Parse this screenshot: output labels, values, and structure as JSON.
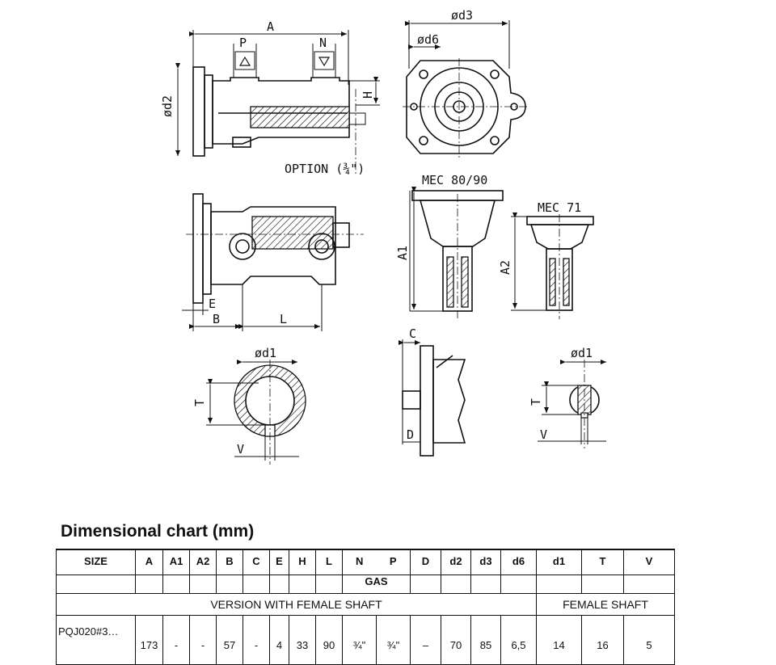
{
  "drawing": {
    "labels": {
      "A": "A",
      "P": "P",
      "N": "N",
      "d2": "ød2",
      "H": "H",
      "option": "OPTION (¾\")",
      "d3": "ød3",
      "d6": "ød6",
      "mec8090": "MEC 80/90",
      "mec71": "MEC 71",
      "A1": "A1",
      "A2": "A2",
      "E": "E",
      "B": "B",
      "L": "L",
      "d1_left": "ød1",
      "T_left": "T",
      "V_left": "V",
      "C": "C",
      "D": "D",
      "d1_right": "ød1",
      "T_right": "T",
      "V_right": "V"
    }
  },
  "chart": {
    "title": "Dimensional chart (mm)",
    "headers": [
      "SIZE",
      "A",
      "A1",
      "A2",
      "B",
      "C",
      "E",
      "H",
      "L",
      "N",
      "P",
      "D",
      "d2",
      "d3",
      "d6",
      "d1",
      "T",
      "V"
    ],
    "gas_label": "GAS",
    "section_left": "VERSION WITH FEMALE SHAFT",
    "section_right": "FEMALE SHAFT",
    "row": {
      "size": "PQJ020#3…",
      "A": "173",
      "A1": "-",
      "A2": "-",
      "B": "57",
      "C": "-",
      "E": "4",
      "H": "33",
      "L": "90",
      "N": "¾\"",
      "P": "¾\"",
      "D": "–",
      "d2": "70",
      "d3": "85",
      "d6": "6,5",
      "d1": "14",
      "T": "16",
      "V": "5"
    }
  }
}
